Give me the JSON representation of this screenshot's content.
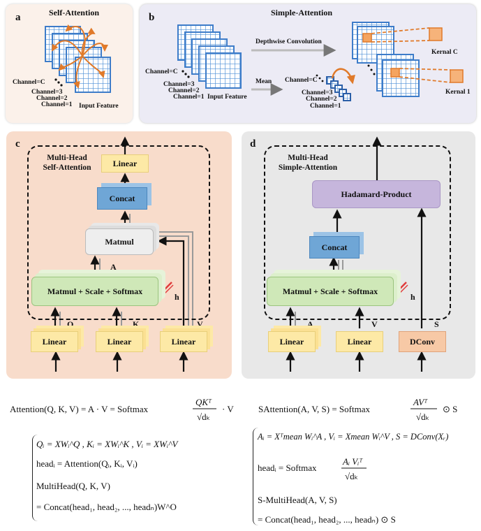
{
  "panel_a": {
    "letter": "a",
    "title": "Self-Attention",
    "channel_c": "Channel=C",
    "channel_3": "Channel=3",
    "channel_2": "Channel=2",
    "channel_1": "Channel=1",
    "caption": "Input Feature"
  },
  "panel_b": {
    "letter": "b",
    "title": "Simple-Attention",
    "channel_c": "Channel=C",
    "channel_3": "Channel=3",
    "channel_2": "Channel=2",
    "channel_1": "Channel=1",
    "caption": "Input Feature",
    "depthwise": "Depthwise Convolution",
    "mean": "Mean",
    "channel_c_out": "Channel=C",
    "channel_3_out": "Channel=3",
    "channel_2_out": "Channel=2",
    "channel_1_out": "Channel=1",
    "kernel_c": "Kernal C",
    "kernel_1": "Kernal 1"
  },
  "panel_c": {
    "letter": "c",
    "title_line1": "Multi-Head",
    "title_line2": "Self-Attention",
    "linear_top": "Linear",
    "concat": "Concat",
    "matmul": "Matmul",
    "softmax": "Matmul + Scale + Softmax",
    "label_a": "A",
    "label_h": "h",
    "label_q": "Q",
    "label_k": "K",
    "label_v": "V",
    "linear_q": "Linear",
    "linear_k": "Linear",
    "linear_v": "Linear"
  },
  "panel_d": {
    "letter": "d",
    "title_line1": "Multi-Head",
    "title_line2": "Simple-Attention",
    "hadamard": "Hadamard-Product",
    "concat": "Concat",
    "softmax": "Matmul + Scale + Softmax",
    "label_h": "h",
    "label_a": "A",
    "label_v": "V",
    "label_s": "S",
    "linear_a": "Linear",
    "linear_v": "Linear",
    "dconv": "DConv"
  },
  "colors": {
    "panel_a_bg": "#fbf1ea",
    "panel_b_bg": "#ecebf5",
    "panel_c_bg": "#f8dccb",
    "panel_d_bg": "#e8e8e8",
    "grid_blue": "#4d8fd6",
    "orange": "#e07a2a"
  },
  "equations": {
    "left": {
      "attention": {
        "lhs": "Attention(Q, K, V) = A · V = Softmax",
        "num": "QKᵀ",
        "den": "√dₖ",
        "tail": "· V"
      },
      "line1": "Qᵢ = XWᵢ^Q , Kᵢ = XWᵢ^K , Vᵢ = XWᵢ^V",
      "line2": "headᵢ = Attention(Qᵢ, Kᵢ, Vᵢ)",
      "line3": "MultiHead(Q, K, V)",
      "line4": "= Concat(head₁, head₂, ..., headₙ)W^O"
    },
    "right": {
      "attention": {
        "lhs": "SAttention(A, V, S) = Softmax",
        "num": "AVᵀ",
        "den": "√dₖ",
        "tail": "⊙ S"
      },
      "line1": "Aᵢ = Xᵀmean Wᵢ^A , Vᵢ = Xmean Wᵢ^V , S = DConv(Xᵣ)",
      "line2_lhs": "headᵢ = Softmax",
      "line2_num": "Aᵢ Vᵢᵀ",
      "line2_den": "√dₖ",
      "line3": "S-MultiHead(A, V, S)",
      "line4": "= Concat(head₁, head₂, ..., headₙ) ⊙ S"
    }
  }
}
